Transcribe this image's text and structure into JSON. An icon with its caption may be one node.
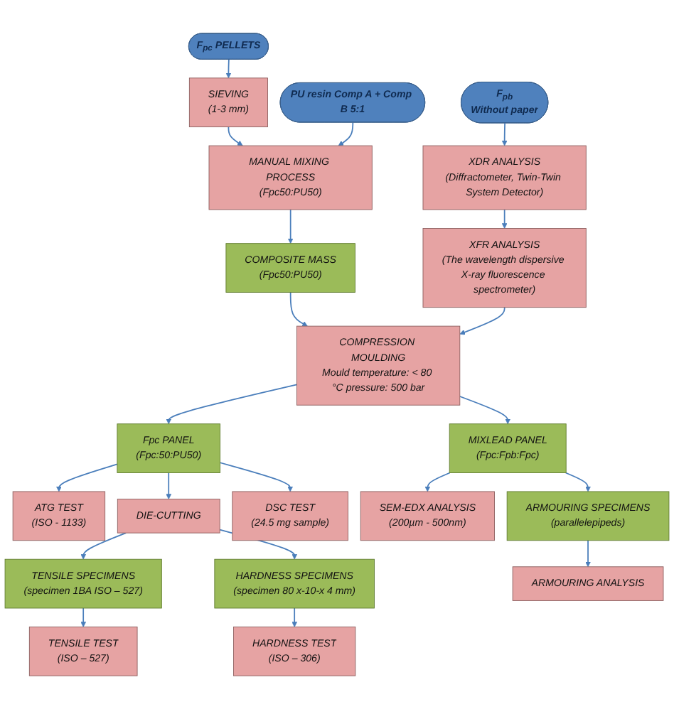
{
  "diagram": {
    "nodes": [
      {
        "text": [
          "F$_{pc}$ PELLETS"
        ]
      },
      {
        "text": [
          "PU resin Comp A + Comp B 5:1"
        ]
      },
      {
        "text": [
          "F$_{pb}$",
          "Without paper"
        ]
      },
      {
        "text": [
          "SIEVING",
          "(1-3 mm)"
        ]
      },
      {
        "text": [
          "MANUAL MIXING PROCESS",
          "(Fpc50:PU50)"
        ]
      },
      {
        "text": [
          "XDR ANALYSIS",
          "(Diffractometer, Twin-Twin System Detector)"
        ]
      },
      {
        "text": [
          "COMPOSITE MASS",
          "(Fpc50:PU50)"
        ]
      },
      {
        "text": [
          "XFR ANALYSIS",
          "(The wavelength dispersive X-ray fluorescence spectrometer)"
        ]
      },
      {
        "text": [
          "COMPRESSION MOULDING",
          "Mould temperature: < 80 °C pressure: 500 bar"
        ]
      },
      {
        "text": [
          "Fpc PANEL",
          "(Fpc:50:PU50)"
        ]
      },
      {
        "text": [
          "ATG TEST",
          "(ISO - 1133)"
        ]
      },
      {
        "text": [
          "MIXLEAD PANEL",
          "(Fpc:Fpb:Fpc)"
        ]
      },
      {
        "text": [
          "DIE-CUTTING"
        ]
      },
      {
        "text": [
          "DSC TEST",
          "(24.5 mg sample)"
        ]
      },
      {
        "text": [
          "TENSILE SPECIMENS",
          "(specimen 1BA ISO – 527)"
        ]
      },
      {
        "text": [
          "HARDNESS SPECIMENS",
          "(specimen 80 x-10-x 4 mm)"
        ]
      },
      {
        "text": [
          "SEM-EDX ANALYSIS",
          "(200µm - 500nm)"
        ]
      },
      {
        "text": [
          "ARMOURING SPECIMENS",
          "(parallelepipeds)"
        ]
      },
      {
        "text": [
          "TENSILE TEST",
          "(ISO – 527)"
        ]
      },
      {
        "text": [
          "HARDNESS TEST",
          "(ISO – 306)"
        ]
      },
      {
        "text": [
          "ARMOURING ANALYSIS"
        ]
      }
    ],
    "edges": [
      {
        "from": 0,
        "to": 3,
        "arrow": "to"
      },
      {
        "from": 3,
        "to": 4,
        "arrow": "to"
      },
      {
        "from": 1,
        "to": 4,
        "arrow": "to"
      },
      {
        "from": 2,
        "to": 5,
        "arrow": "to"
      },
      {
        "from": 4,
        "to": 6,
        "arrow": "to"
      },
      {
        "from": 5,
        "to": 7,
        "arrow": "to"
      },
      {
        "from": 6,
        "to": 8,
        "arrow": "to"
      },
      {
        "from": 7,
        "to": 8,
        "arrow": "to"
      },
      {
        "from": 8,
        "to": 9,
        "arrow": "to"
      },
      {
        "from": 8,
        "to": 11,
        "arrow": "to"
      },
      {
        "from": 9,
        "to": 10,
        "arrow": "to"
      },
      {
        "from": 9,
        "to": 13,
        "arrow": "to"
      },
      {
        "from": 9,
        "to": 12,
        "arrow": "to"
      },
      {
        "from": 12,
        "to": 14,
        "arrow": "to"
      },
      {
        "from": 12,
        "to": 15,
        "arrow": "to"
      },
      {
        "from": 11,
        "to": 16,
        "arrow": "to"
      },
      {
        "from": 11,
        "to": 17,
        "arrow": "to"
      },
      {
        "from": 14,
        "to": 18,
        "arrow": "to"
      },
      {
        "from": 15,
        "to": 19,
        "arrow": "to"
      },
      {
        "from": 17,
        "to": 20,
        "arrow": "to"
      }
    ]
  }
}
